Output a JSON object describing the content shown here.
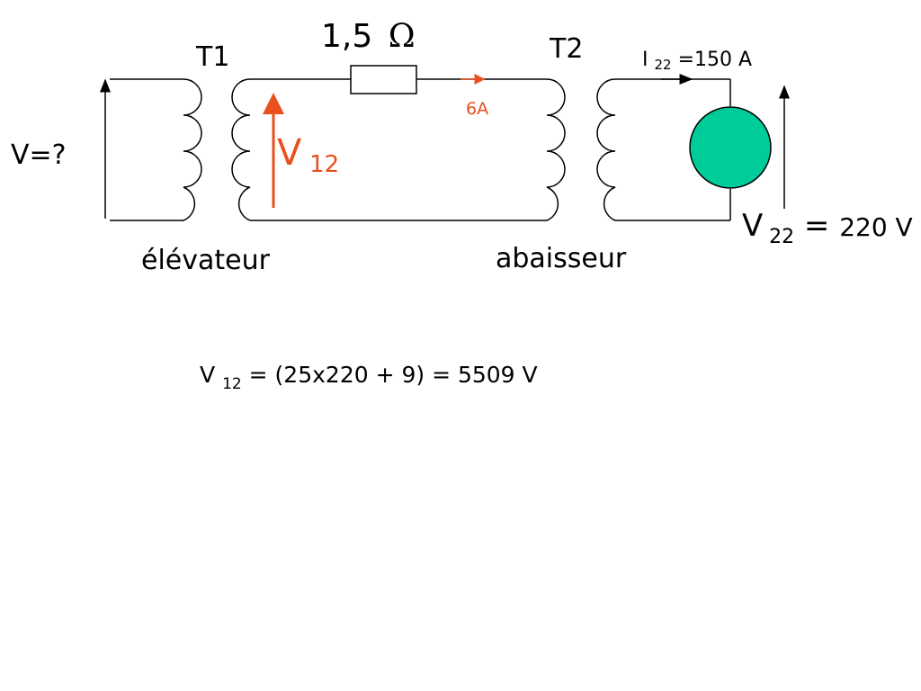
{
  "diagram": {
    "resistor_label": "1,5",
    "ohm_symbol": "Ω",
    "t1_label": "T1",
    "t2_label": "T2",
    "i22": {
      "main": "I",
      "sub": "22",
      "rest": " =150 A"
    },
    "current_label": "6A",
    "v12": {
      "main": "V",
      "sub": "12"
    },
    "v_unknown": "V=?",
    "v22": {
      "main": "V",
      "sub": "22",
      "eq": "=",
      "value": " 220 V"
    },
    "elevateur": "élévateur",
    "abaisseur": "abaisseur",
    "equation": {
      "main": "V",
      "sub": "12",
      "rest": " = (25x220 + 9) = 5509 V"
    }
  },
  "colors": {
    "accent": "#e8501e",
    "load": "#00cc99"
  }
}
